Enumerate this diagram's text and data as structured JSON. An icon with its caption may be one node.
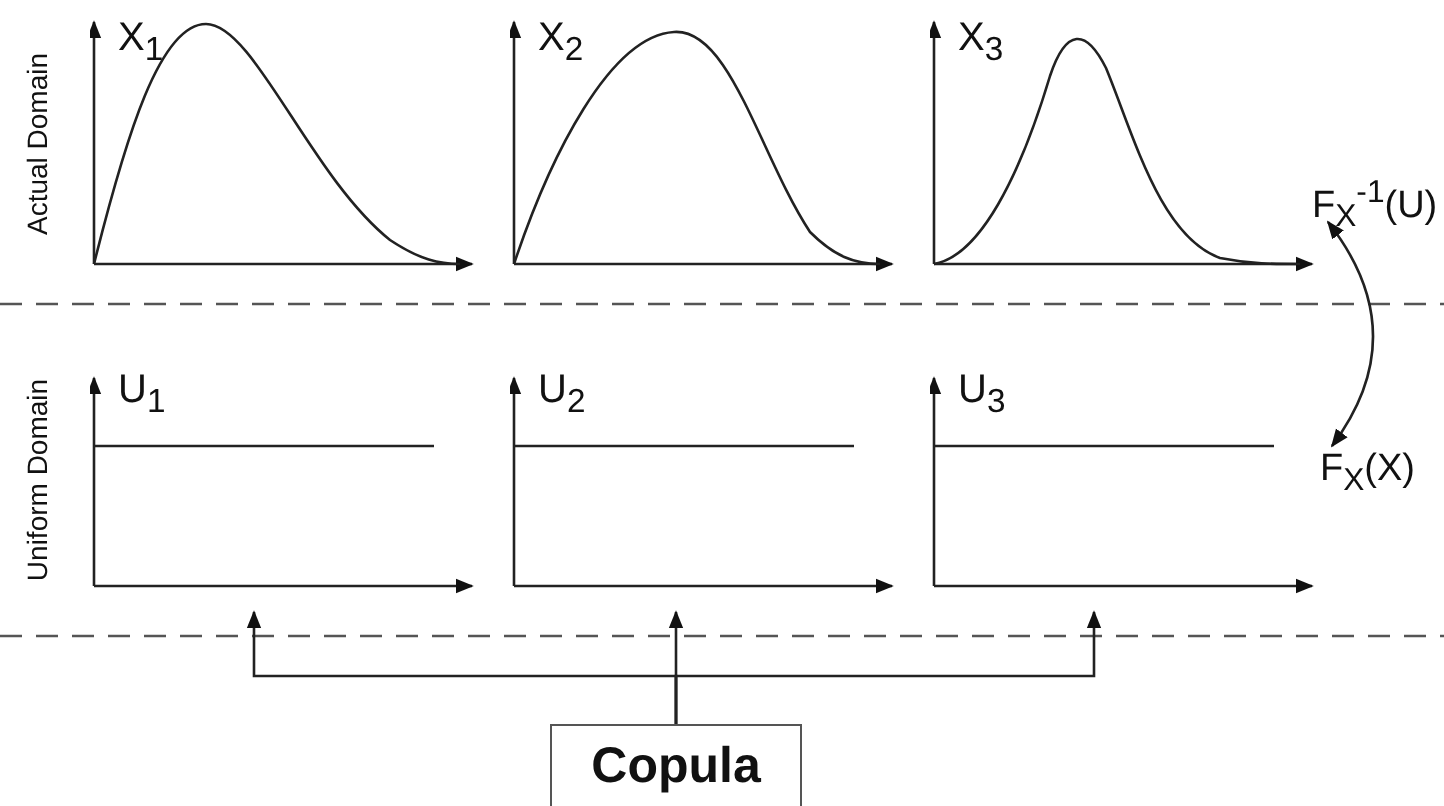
{
  "diagram": {
    "nodes": [
      {
        "text": [
          "X$_{1}$"
        ]
      },
      {
        "text": [
          "X$_{2}$"
        ]
      },
      {
        "text": [
          "X$_{3}$"
        ]
      },
      {
        "text": [
          "F$_{X}$$^{-1}$(U)"
        ]
      },
      {
        "text": [
          "U$_{1}$"
        ]
      },
      {
        "text": [
          "U$_{2}$"
        ]
      },
      {
        "text": [
          "U$_{3}$"
        ]
      },
      {
        "text": [
          "F$_{X}$(X)"
        ]
      },
      {
        "text": [
          "Copula"
        ]
      }
    ],
    "edges": [
      {
        "from": 3,
        "to": 7,
        "arrow": "both"
      },
      {
        "from": 8,
        "to": 4,
        "arrow": "to"
      },
      {
        "from": 8,
        "to": 5,
        "arrow": "to"
      },
      {
        "from": 8,
        "to": 6,
        "arrow": "to"
      }
    ],
    "labels": [
      "Actual Domain",
      "Uniform Domain"
    ]
  }
}
